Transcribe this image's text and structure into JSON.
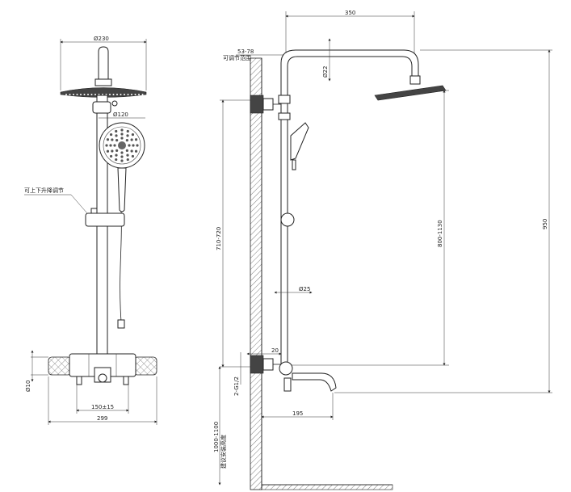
{
  "front_view": {
    "dia_head": "Ø230",
    "dia_hand": "Ø120",
    "adjust_note": "可上下升降调节",
    "dia_inlet": "Ø10",
    "center_distance": "150±15",
    "width_total": "299"
  },
  "side_view": {
    "top_width": "350",
    "wall_range": "53-78",
    "wall_range_note": "可调节范围",
    "dia_arm": "Ø22",
    "rail_height": "710-720",
    "head_height": "800-1130",
    "total_height": "950",
    "dia_pipe": "Ø25",
    "dim_20": "20",
    "thread": "2-G1/2",
    "spout_reach": "195",
    "install_height": "1000-1100",
    "install_note": "建议安装高度"
  },
  "icons": {
    "head": "shower-head-icon",
    "hand": "hand-shower-icon"
  }
}
